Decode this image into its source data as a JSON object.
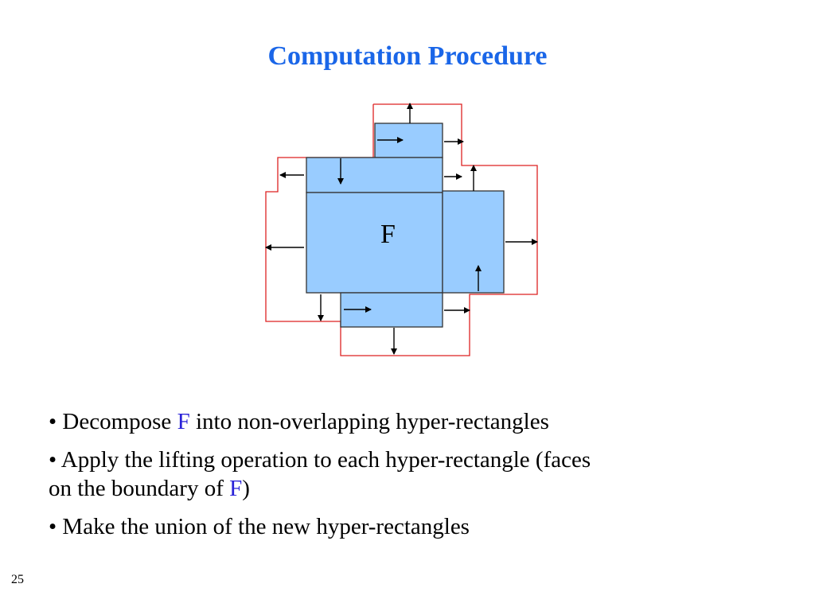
{
  "slide": {
    "title": "Computation Procedure",
    "page_number": "25",
    "colors": {
      "title": "#1a66e8",
      "rect_fill": "#99ccff",
      "rect_stroke": "#333333",
      "boundary": "#dd2222",
      "highlight": "#2a22d8"
    }
  },
  "diagram": {
    "region_label": "F"
  },
  "bullets": [
    {
      "marker": "•",
      "prefix": " Decompose ",
      "highlight": "F",
      "suffix": " into non-overlapping hyper-rectangles"
    },
    {
      "marker": "•",
      "line1": " Apply the lifting operation to each hyper-rectangle (faces",
      "line2_prefix": "on the boundary of ",
      "highlight": "F",
      "line2_suffix": ")"
    },
    {
      "marker": "•",
      "text": " Make the union of the new hyper-rectangles"
    }
  ]
}
